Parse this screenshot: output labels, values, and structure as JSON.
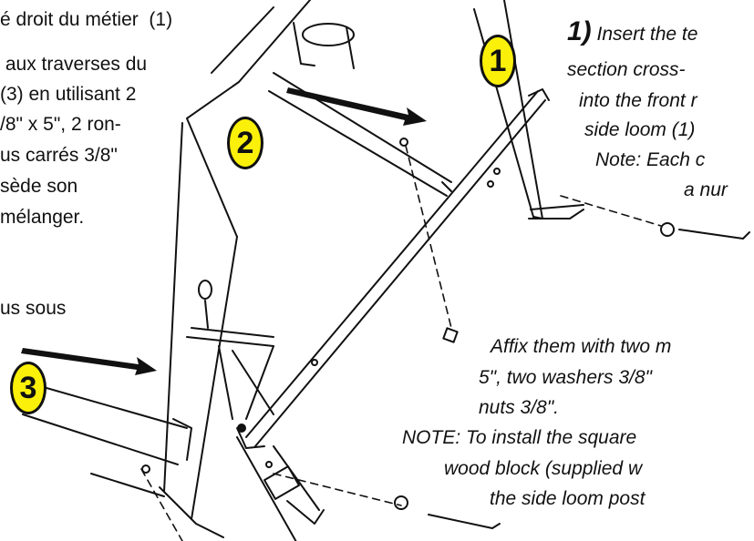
{
  "french_text": {
    "lines": [
      "é droit du métier  (1)",
      " aux traverses du",
      "(3) en utilisant 2",
      "/8\" x 5\", 2 ron-",
      "us carrés 3/8\"",
      "sède son",
      "mélanger.",
      "",
      "us sous"
    ]
  },
  "english_text": {
    "step_number": "1)",
    "line1": "Insert the te",
    "lines_top": [
      "section cross-",
      "into the front r",
      "side loom (1)",
      "Note: Each c",
      "a nur"
    ],
    "lines_bottom": [
      "Affix them with two m",
      "5\", two washers 3/8\"",
      "nuts 3/8\".",
      "NOTE: To install the square",
      "wood block (supplied w",
      "the side loom post"
    ]
  },
  "badges": [
    "1",
    "2",
    "3"
  ]
}
